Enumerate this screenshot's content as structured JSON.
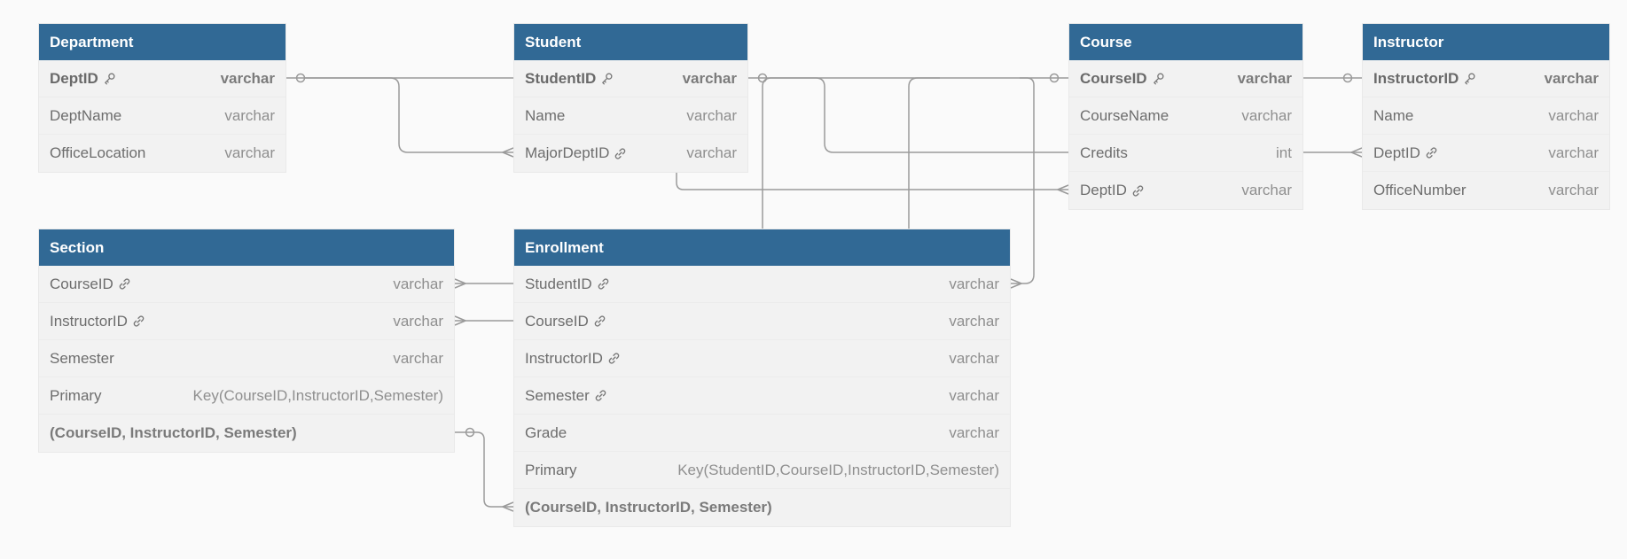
{
  "entities": [
    {
      "id": "department",
      "title": "Department",
      "fields": [
        {
          "name": "DeptID",
          "type": "varchar",
          "pk": true,
          "icon": "key-icon"
        },
        {
          "name": "DeptName",
          "type": "varchar"
        },
        {
          "name": "OfficeLocation",
          "type": "varchar"
        }
      ]
    },
    {
      "id": "student",
      "title": "Student",
      "fields": [
        {
          "name": "StudentID",
          "type": "varchar",
          "pk": true,
          "icon": "key-icon"
        },
        {
          "name": "Name",
          "type": "varchar"
        },
        {
          "name": "MajorDeptID",
          "type": "varchar",
          "icon": "link-icon"
        }
      ]
    },
    {
      "id": "course",
      "title": "Course",
      "fields": [
        {
          "name": "CourseID",
          "type": "varchar",
          "pk": true,
          "icon": "key-icon"
        },
        {
          "name": "CourseName",
          "type": "varchar"
        },
        {
          "name": "Credits",
          "type": "int"
        },
        {
          "name": "DeptID",
          "type": "varchar",
          "icon": "link-icon"
        }
      ]
    },
    {
      "id": "instructor",
      "title": "Instructor",
      "fields": [
        {
          "name": "InstructorID",
          "type": "varchar",
          "pk": true,
          "icon": "key-icon"
        },
        {
          "name": "Name",
          "type": "varchar"
        },
        {
          "name": "DeptID",
          "type": "varchar",
          "icon": "link-icon"
        },
        {
          "name": "OfficeNumber",
          "type": "varchar"
        }
      ]
    },
    {
      "id": "section",
      "title": "Section",
      "fields": [
        {
          "name": "CourseID",
          "type": "varchar",
          "icon": "link-icon"
        },
        {
          "name": "InstructorID",
          "type": "varchar",
          "icon": "link-icon"
        },
        {
          "name": "Semester",
          "type": "varchar"
        },
        {
          "name": "Primary",
          "type": "Key(CourseID,InstructorID,Semester)"
        },
        {
          "name": "(CourseID, InstructorID, Semester)",
          "type": "",
          "boldOnly": true
        }
      ]
    },
    {
      "id": "enrollment",
      "title": "Enrollment",
      "fields": [
        {
          "name": "StudentID",
          "type": "varchar",
          "icon": "link-icon"
        },
        {
          "name": "CourseID",
          "type": "varchar",
          "icon": "link-icon"
        },
        {
          "name": "InstructorID",
          "type": "varchar",
          "icon": "link-icon"
        },
        {
          "name": "Semester",
          "type": "varchar",
          "icon": "link-icon"
        },
        {
          "name": "Grade",
          "type": "varchar"
        },
        {
          "name": "Primary",
          "type": "Key(StudentID,CourseID,InstructorID,Semester)"
        },
        {
          "name": "(CourseID, InstructorID, Semester)",
          "type": "",
          "boldOnly": true
        }
      ]
    }
  ],
  "colors": {
    "header": "#316995",
    "header_text": "#ffffff",
    "body": "#f2f2f2",
    "line": "#9a9a9a",
    "background": "#fafafa"
  }
}
